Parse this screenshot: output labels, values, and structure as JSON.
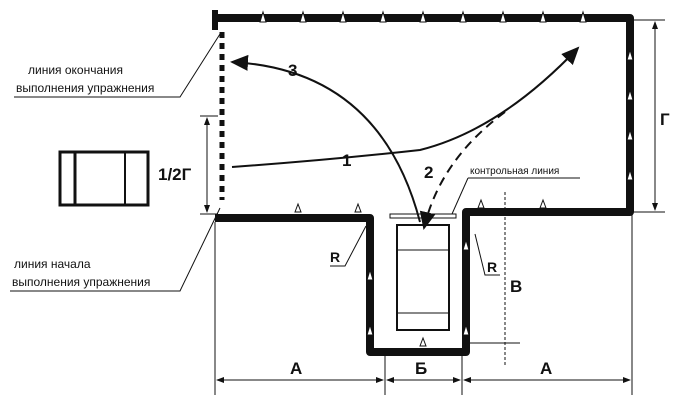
{
  "labels": {
    "finish_line": [
      "линия окончания",
      "выполнения упражнения"
    ],
    "start_line": [
      "линия начала",
      "выполнения  упражнения"
    ],
    "control_line": "контрольная линия",
    "half_g": "1/2Г",
    "g": "Г",
    "v": "В",
    "a_left": "А",
    "b": "Б",
    "a_right": "А",
    "r_left": "R",
    "r_right": "R",
    "path_1": "1",
    "path_2": "2",
    "path_3": "3"
  }
}
